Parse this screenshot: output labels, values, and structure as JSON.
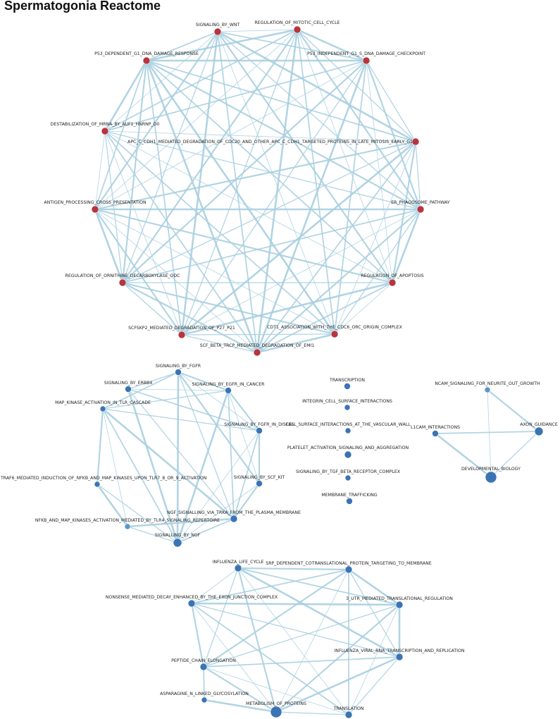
{
  "title": "Spermatogonia Reactome",
  "colors": {
    "edge": "#a9cfe0",
    "red_node": "#b8343f",
    "blue_node": "#3b74b4",
    "light_blue_node": "#5b95c8"
  },
  "clusters": [
    {
      "id": "ring",
      "nodes": [
        {
          "id": "wnt",
          "label": "SIGNALING_BY_WNT",
          "color": "red_node"
        },
        {
          "id": "mitotic",
          "label": "REGULATION_OF_MITOTIC_CELL_CYCLE",
          "color": "red_node"
        },
        {
          "id": "p53ind",
          "label": "P53_INDEPENDENT_G1_S_DNA_DAMAGE_CHECKPOINT",
          "color": "red_node"
        },
        {
          "id": "apc",
          "label": "APC_C_CDH1_MEDIATED_DEGRADATION_OF_CDC20_AND_OTHER_APC_C_CDH1_TARGETED_PROTEINS_IN_LATE_MITOSIS_EARLY_G1",
          "color": "red_node"
        },
        {
          "id": "er",
          "label": "ER_PHAGOSOME_PATHWAY",
          "color": "red_node"
        },
        {
          "id": "apop",
          "label": "REGULATION_OF_APOPTOSIS",
          "color": "red_node"
        },
        {
          "id": "cdt1",
          "label": "CDT1_ASSOCIATION_WITH_THE_CDC6_ORC_ORIGIN_COMPLEX",
          "color": "red_node"
        },
        {
          "id": "emi1",
          "label": "SCF_BETA_TRCP_MEDIATED_DEGRADATION_OF_EMI1",
          "color": "red_node"
        },
        {
          "id": "p27",
          "label": "SCFSKP2_MEDIATED_DEGRADATION_OF_P27_P21",
          "color": "red_node"
        },
        {
          "id": "odc",
          "label": "REGULATION_OF_ORNITHINE_DECARBOXYLASE_ODC",
          "color": "red_node"
        },
        {
          "id": "antigen",
          "label": "ANTIGEN_PROCESSING_CROSS_PRESENTATION",
          "color": "red_node"
        },
        {
          "id": "mrna",
          "label": "DESTABILIZATION_OF_MRNA_BY_AUF1_HNRNP_D0",
          "color": "red_node"
        },
        {
          "id": "p53dep",
          "label": "P53_DEPENDENT_G1_DNA_DAMAGE_RESPONSE",
          "color": "red_node"
        }
      ],
      "complete_graph": true
    },
    {
      "id": "ngf",
      "nodes": [
        {
          "id": "fgfr",
          "label": "SIGNALING_BY_FGFR",
          "color": "blue_node"
        },
        {
          "id": "erbb4",
          "label": "SIGNALING_BY_ERBB4",
          "color": "blue_node"
        },
        {
          "id": "egfrc",
          "label": "SIGNALING_BY_EGFR_IN_CANCER",
          "color": "blue_node"
        },
        {
          "id": "mapk",
          "label": "MAP_KINASE_ACTIVATION_IN_TLR_CASCADE",
          "color": "blue_node"
        },
        {
          "id": "fgfrd",
          "label": "SIGNALING_BY_FGFR_IN_DISEAS",
          "color": "blue_node"
        },
        {
          "id": "traf6",
          "label": "TRAF6_MEDIATED_INDUCTION_OF_NFKB_AND_MAP_KINASES_UPON_TLR7_8_OR_9_ACTIVATION",
          "color": "blue_node"
        },
        {
          "id": "scfkit",
          "label": "SIGNALING_BY_SCF_KIT",
          "color": "blue_node"
        },
        {
          "id": "trka",
          "label": "NGF_SIGNALLING_VIA_TRKA_FROM_THE_PLASMA_MEMBRANE",
          "color": "blue_node"
        },
        {
          "id": "nfkb",
          "label": "NFKB_AND_MAP_KINASES_ACTIVATION_MEDIATED_BY_TLR4_SIGNALING_REPERTOIRE",
          "color": "light_blue_node"
        },
        {
          "id": "ngfn",
          "label": "SIGNALLING_BY_NGF",
          "color": "blue_node"
        }
      ],
      "edges": [
        [
          "fgfr",
          "erbb4"
        ],
        [
          "fgfr",
          "egfrc"
        ],
        [
          "fgfr",
          "fgfrd"
        ],
        [
          "fgfr",
          "mapk"
        ],
        [
          "fgfr",
          "ngfn"
        ],
        [
          "fgfr",
          "trka"
        ],
        [
          "fgfr",
          "scfkit"
        ],
        [
          "erbb4",
          "egfrc"
        ],
        [
          "erbb4",
          "fgfrd"
        ],
        [
          "erbb4",
          "ngfn"
        ],
        [
          "erbb4",
          "trka"
        ],
        [
          "egfrc",
          "fgfrd"
        ],
        [
          "egfrc",
          "scfkit"
        ],
        [
          "egfrc",
          "trka"
        ],
        [
          "egfrc",
          "ngfn"
        ],
        [
          "egfrc",
          "mapk"
        ],
        [
          "mapk",
          "traf6"
        ],
        [
          "mapk",
          "nfkb"
        ],
        [
          "mapk",
          "ngfn"
        ],
        [
          "mapk",
          "trka"
        ],
        [
          "mapk",
          "fgfrd"
        ],
        [
          "fgfrd",
          "scfkit"
        ],
        [
          "fgfrd",
          "ngfn"
        ],
        [
          "fgfrd",
          "trka"
        ],
        [
          "traf6",
          "nfkb"
        ],
        [
          "traf6",
          "ngfn"
        ],
        [
          "scfkit",
          "trka"
        ],
        [
          "scfkit",
          "ngfn"
        ],
        [
          "trka",
          "ngfn"
        ],
        [
          "trka",
          "nfkb"
        ],
        [
          "nfkb",
          "ngfn"
        ]
      ]
    },
    {
      "id": "singletons",
      "nodes": [
        {
          "id": "transcription",
          "label": "TRANSCRIPTION",
          "color": "blue_node"
        },
        {
          "id": "integrin",
          "label": "INTEGRIN_CELL_SURFACE_INTERACTIONS",
          "color": "blue_node"
        },
        {
          "id": "cellsurf",
          "label": "CELL_SURFACE_INTERACTIONS_AT_THE_VASCULAR_WALL",
          "color": "blue_node"
        },
        {
          "id": "platelet",
          "label": "PLATELET_ACTIVATION_SIGNALING_AND_AGGREGATION",
          "color": "blue_node"
        },
        {
          "id": "tgf",
          "label": "SIGNALING_BY_TGF_BETA_RECEPTOR_COMPLEX",
          "color": "blue_node"
        },
        {
          "id": "membrane",
          "label": "MEMBRANE_TRAFFICKING",
          "color": "blue_node"
        }
      ],
      "edges": []
    },
    {
      "id": "axon",
      "nodes": [
        {
          "id": "ncam",
          "label": "NCAM_SIGNALING_FOR_NEURITE_OUT_GROWTH",
          "color": "light_blue_node"
        },
        {
          "id": "l1cam",
          "label": "L1CAM_INTERACTIONS",
          "color": "blue_node"
        },
        {
          "id": "axonguid",
          "label": "AXON_GUIDANCE",
          "color": "blue_node"
        },
        {
          "id": "devbio",
          "label": "DEVELOPMENTAL_BIOLOGY",
          "color": "blue_node"
        }
      ],
      "edges": [
        [
          "ncam",
          "axonguid"
        ],
        [
          "ncam",
          "devbio"
        ],
        [
          "l1cam",
          "axonguid"
        ],
        [
          "l1cam",
          "devbio"
        ],
        [
          "axonguid",
          "devbio"
        ]
      ]
    },
    {
      "id": "translation",
      "nodes": [
        {
          "id": "influenza",
          "label": "INFLUENZA_LIFE_CYCLE",
          "color": "blue_node"
        },
        {
          "id": "srp",
          "label": "SRP_DEPENDENT_COTRANSLATIONAL_PROTEIN_TARGETING_TO_MEMBRANE",
          "color": "blue_node"
        },
        {
          "id": "nmd",
          "label": "NONSENSE_MEDIATED_DECAY_ENHANCED_BY_THE_EXON_JUNCTION_COMPLEX",
          "color": "blue_node"
        },
        {
          "id": "utr",
          "label": "3_UTR_MEDIATED_TRANSLATIONAL_REGULATION",
          "color": "blue_node"
        },
        {
          "id": "viral",
          "label": "INFLUENZA_VIRAL_RNA_TRANSCRIPTION_AND_REPLICATION",
          "color": "blue_node"
        },
        {
          "id": "peptide",
          "label": "PEPTIDE_CHAIN_ELONGATION",
          "color": "blue_node"
        },
        {
          "id": "asparagine",
          "label": "ASPARAGINE_N_LINKED_GLYCOSYLATION",
          "color": "blue_node"
        },
        {
          "id": "metab",
          "label": "METABOLISM_OF_PROTEINS",
          "color": "blue_node"
        },
        {
          "id": "transl",
          "label": "TRANSLATION",
          "color": "blue_node"
        }
      ],
      "edges": [
        [
          "influenza",
          "srp"
        ],
        [
          "influenza",
          "nmd"
        ],
        [
          "influenza",
          "utr"
        ],
        [
          "influenza",
          "viral"
        ],
        [
          "influenza",
          "peptide"
        ],
        [
          "influenza",
          "metab"
        ],
        [
          "influenza",
          "transl"
        ],
        [
          "srp",
          "nmd"
        ],
        [
          "srp",
          "utr"
        ],
        [
          "srp",
          "viral"
        ],
        [
          "srp",
          "peptide"
        ],
        [
          "srp",
          "metab"
        ],
        [
          "srp",
          "transl"
        ],
        [
          "nmd",
          "utr"
        ],
        [
          "nmd",
          "viral"
        ],
        [
          "nmd",
          "peptide"
        ],
        [
          "nmd",
          "metab"
        ],
        [
          "nmd",
          "transl"
        ],
        [
          "utr",
          "viral"
        ],
        [
          "utr",
          "peptide"
        ],
        [
          "utr",
          "metab"
        ],
        [
          "utr",
          "transl"
        ],
        [
          "viral",
          "peptide"
        ],
        [
          "viral",
          "metab"
        ],
        [
          "viral",
          "transl"
        ],
        [
          "peptide",
          "metab"
        ],
        [
          "peptide",
          "transl"
        ],
        [
          "peptide",
          "asparagine"
        ],
        [
          "asparagine",
          "metab"
        ],
        [
          "metab",
          "transl"
        ]
      ]
    }
  ]
}
